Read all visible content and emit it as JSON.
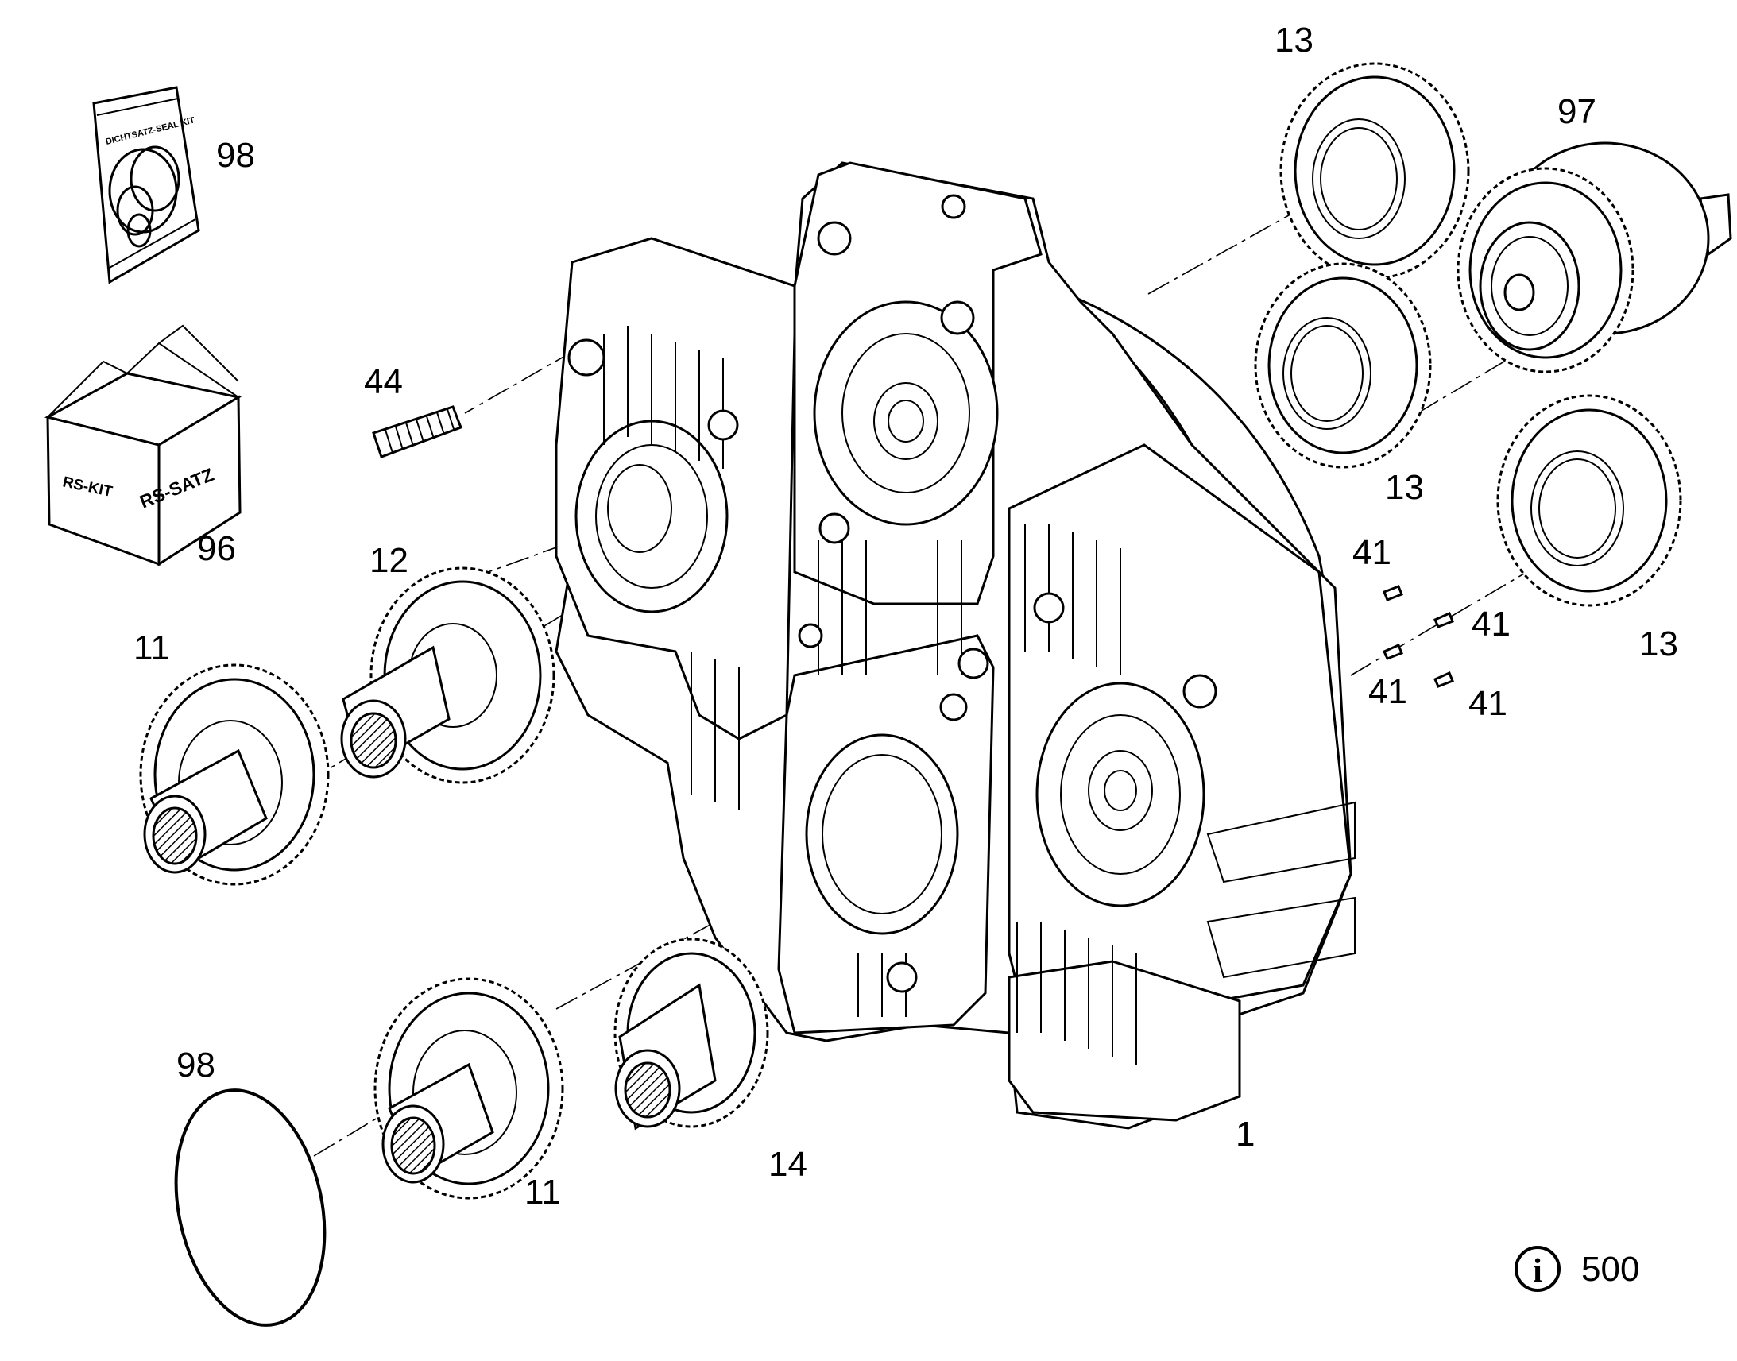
{
  "diagram": {
    "callouts": {
      "p98_kit": "98",
      "p96": "96",
      "p44": "44",
      "p12": "12",
      "p11_top": "11",
      "p11_bottom": "11",
      "p98_ring": "98",
      "p14": "14",
      "p1": "1",
      "p13_top": "13",
      "p13_mid": "13",
      "p13_right": "13",
      "p97": "97",
      "p41_a": "41",
      "p41_b": "41",
      "p41_c": "41",
      "p41_d": "41"
    },
    "seal_kit_label": "DICHTSATZ-SEAL KIT",
    "box_label_left": "RS-KIT",
    "box_label_right": "RS-SATZ",
    "info": {
      "icon": "info-icon",
      "symbol": "i",
      "value": "500"
    }
  }
}
